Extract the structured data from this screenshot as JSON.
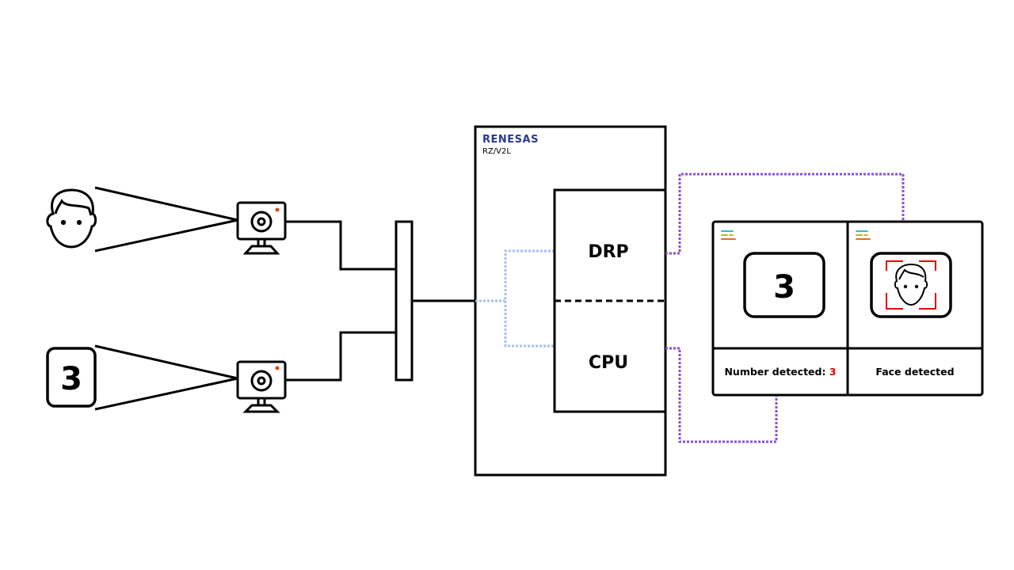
{
  "chip": {
    "brand": "RENESAS",
    "model": "RZ/V2L"
  },
  "blocks": {
    "drp": "DRP",
    "cpu": "CPU"
  },
  "inputs": {
    "number_card": "3"
  },
  "output_panel": {
    "number_card": "3",
    "number_label": "Number detected: ",
    "number_value": "3",
    "face_label": "Face detected"
  },
  "colors": {
    "line": "#000000",
    "internal_link": "#a9bff0",
    "output_link": "#8a4fd6",
    "highlight": "#e00000",
    "brand": "#2a3990"
  }
}
